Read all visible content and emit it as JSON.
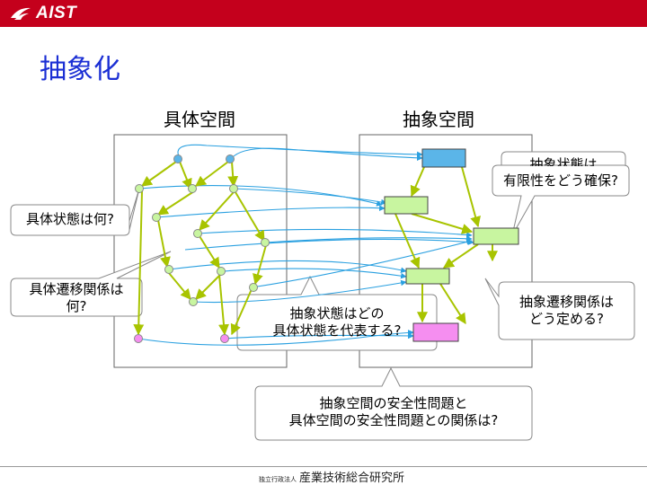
{
  "header": {
    "logo_text": "AIST"
  },
  "slide": {
    "title": "抽象化",
    "concrete_space_label": "具体空間",
    "abstract_space_label": "抽象空間"
  },
  "callouts": {
    "abstract_state_hidden": "抽象状態は",
    "finiteness": "有限性をどう確保?",
    "concrete_state": "具体状態は何?",
    "concrete_transition": "具体遷移関係は\n何?",
    "abstract_state_represent": "抽象状態はどの\n具体状態を代表する?",
    "abstract_transition": "抽象遷移関係は\nどう定める?",
    "safety": "抽象空間の安全性問題と\n具体空間の安全性問題との関係は?"
  },
  "footer": {
    "org_small": "独立行政法人",
    "org_name": "産業技術総合研究所"
  },
  "colors": {
    "brand_red": "#c4001c",
    "title_blue": "#1b2fd4",
    "initial_state": "#5bb5e8",
    "normal_state": "#c8f5a0",
    "error_state": "#f58ef0",
    "transition_arrow": "#a8c400",
    "mapping_arrow": "#2aa0e0"
  }
}
